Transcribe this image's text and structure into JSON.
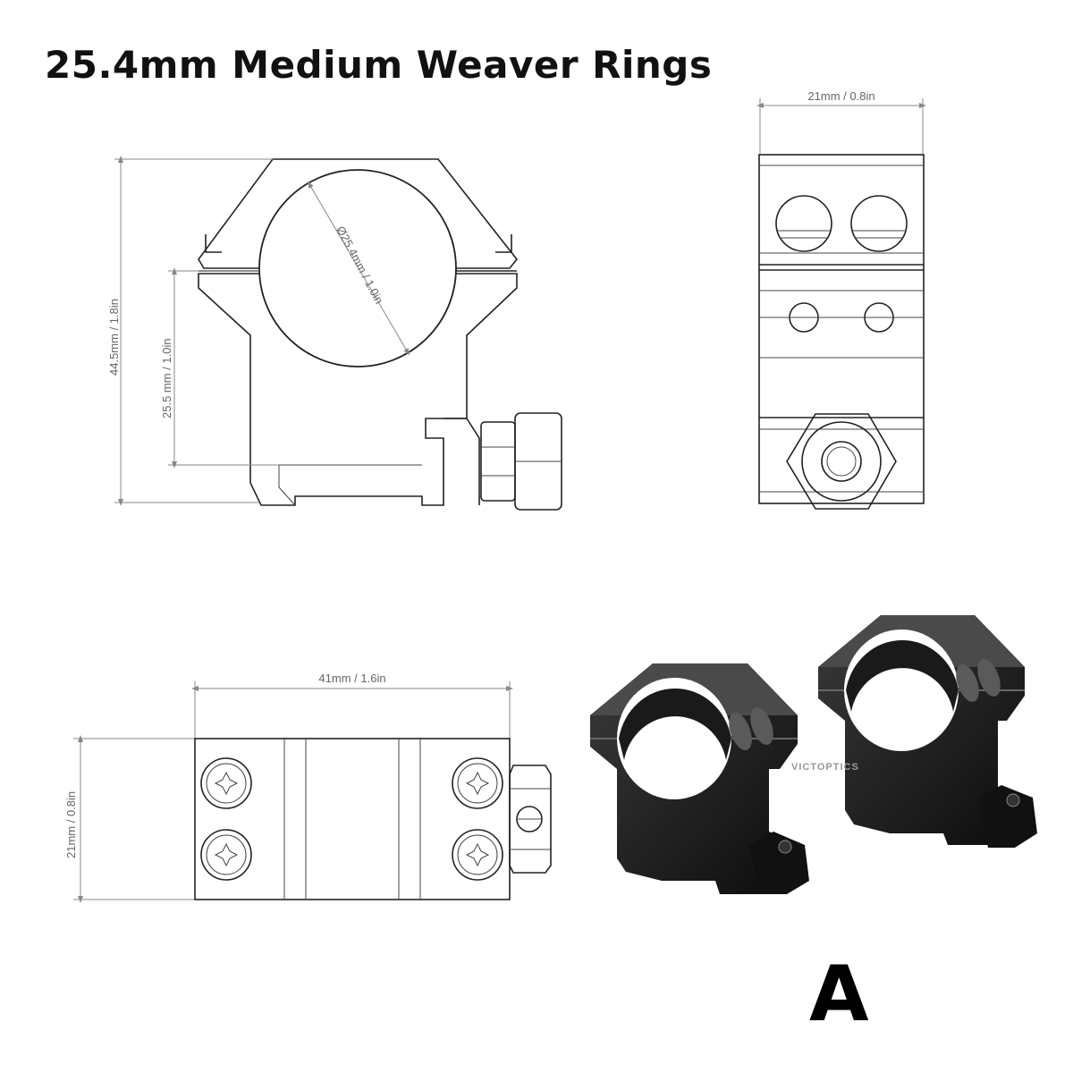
{
  "title": "25.4mm Medium Weaver Rings",
  "dimensions": {
    "total_height": "44.5mm / 1.8in",
    "center_height": "25.5 mm / 1.0in",
    "ring_diameter": "Ø25.4mm / 1.0in",
    "width_top": "21mm / 0.8in",
    "length": "41mm / 1.6in",
    "width_bottom": "21mm / 0.8in"
  },
  "brand": "VICTOPTICS",
  "variant_letter": "A",
  "icons": [
    "torx-screw-icon",
    "hex-nut-icon"
  ]
}
